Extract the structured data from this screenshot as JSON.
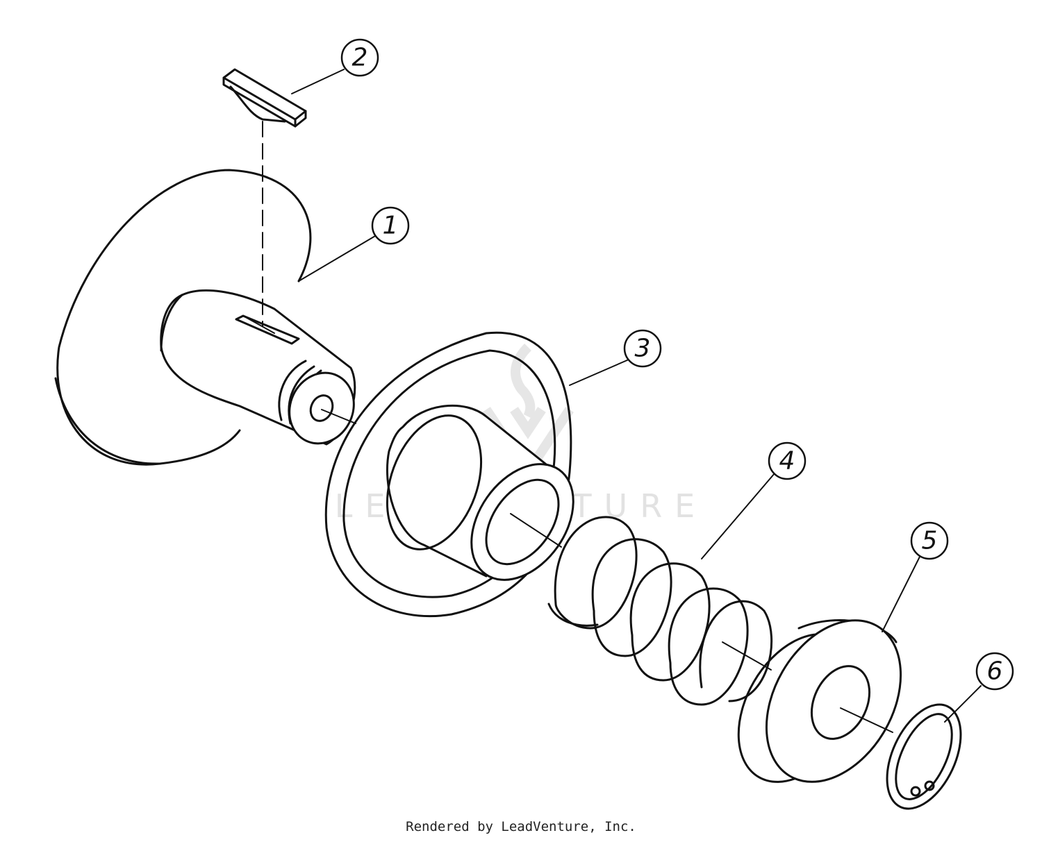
{
  "watermark": {
    "text": "LEADVENTURE"
  },
  "callouts": [
    {
      "number": "1",
      "part": "fixed-sheave"
    },
    {
      "number": "2",
      "part": "key"
    },
    {
      "number": "3",
      "part": "movable-sheave"
    },
    {
      "number": "4",
      "part": "spring"
    },
    {
      "number": "5",
      "part": "spring-retainer"
    },
    {
      "number": "6",
      "part": "snap-ring"
    }
  ],
  "footer": {
    "text": "Rendered by LeadVenture, Inc."
  }
}
